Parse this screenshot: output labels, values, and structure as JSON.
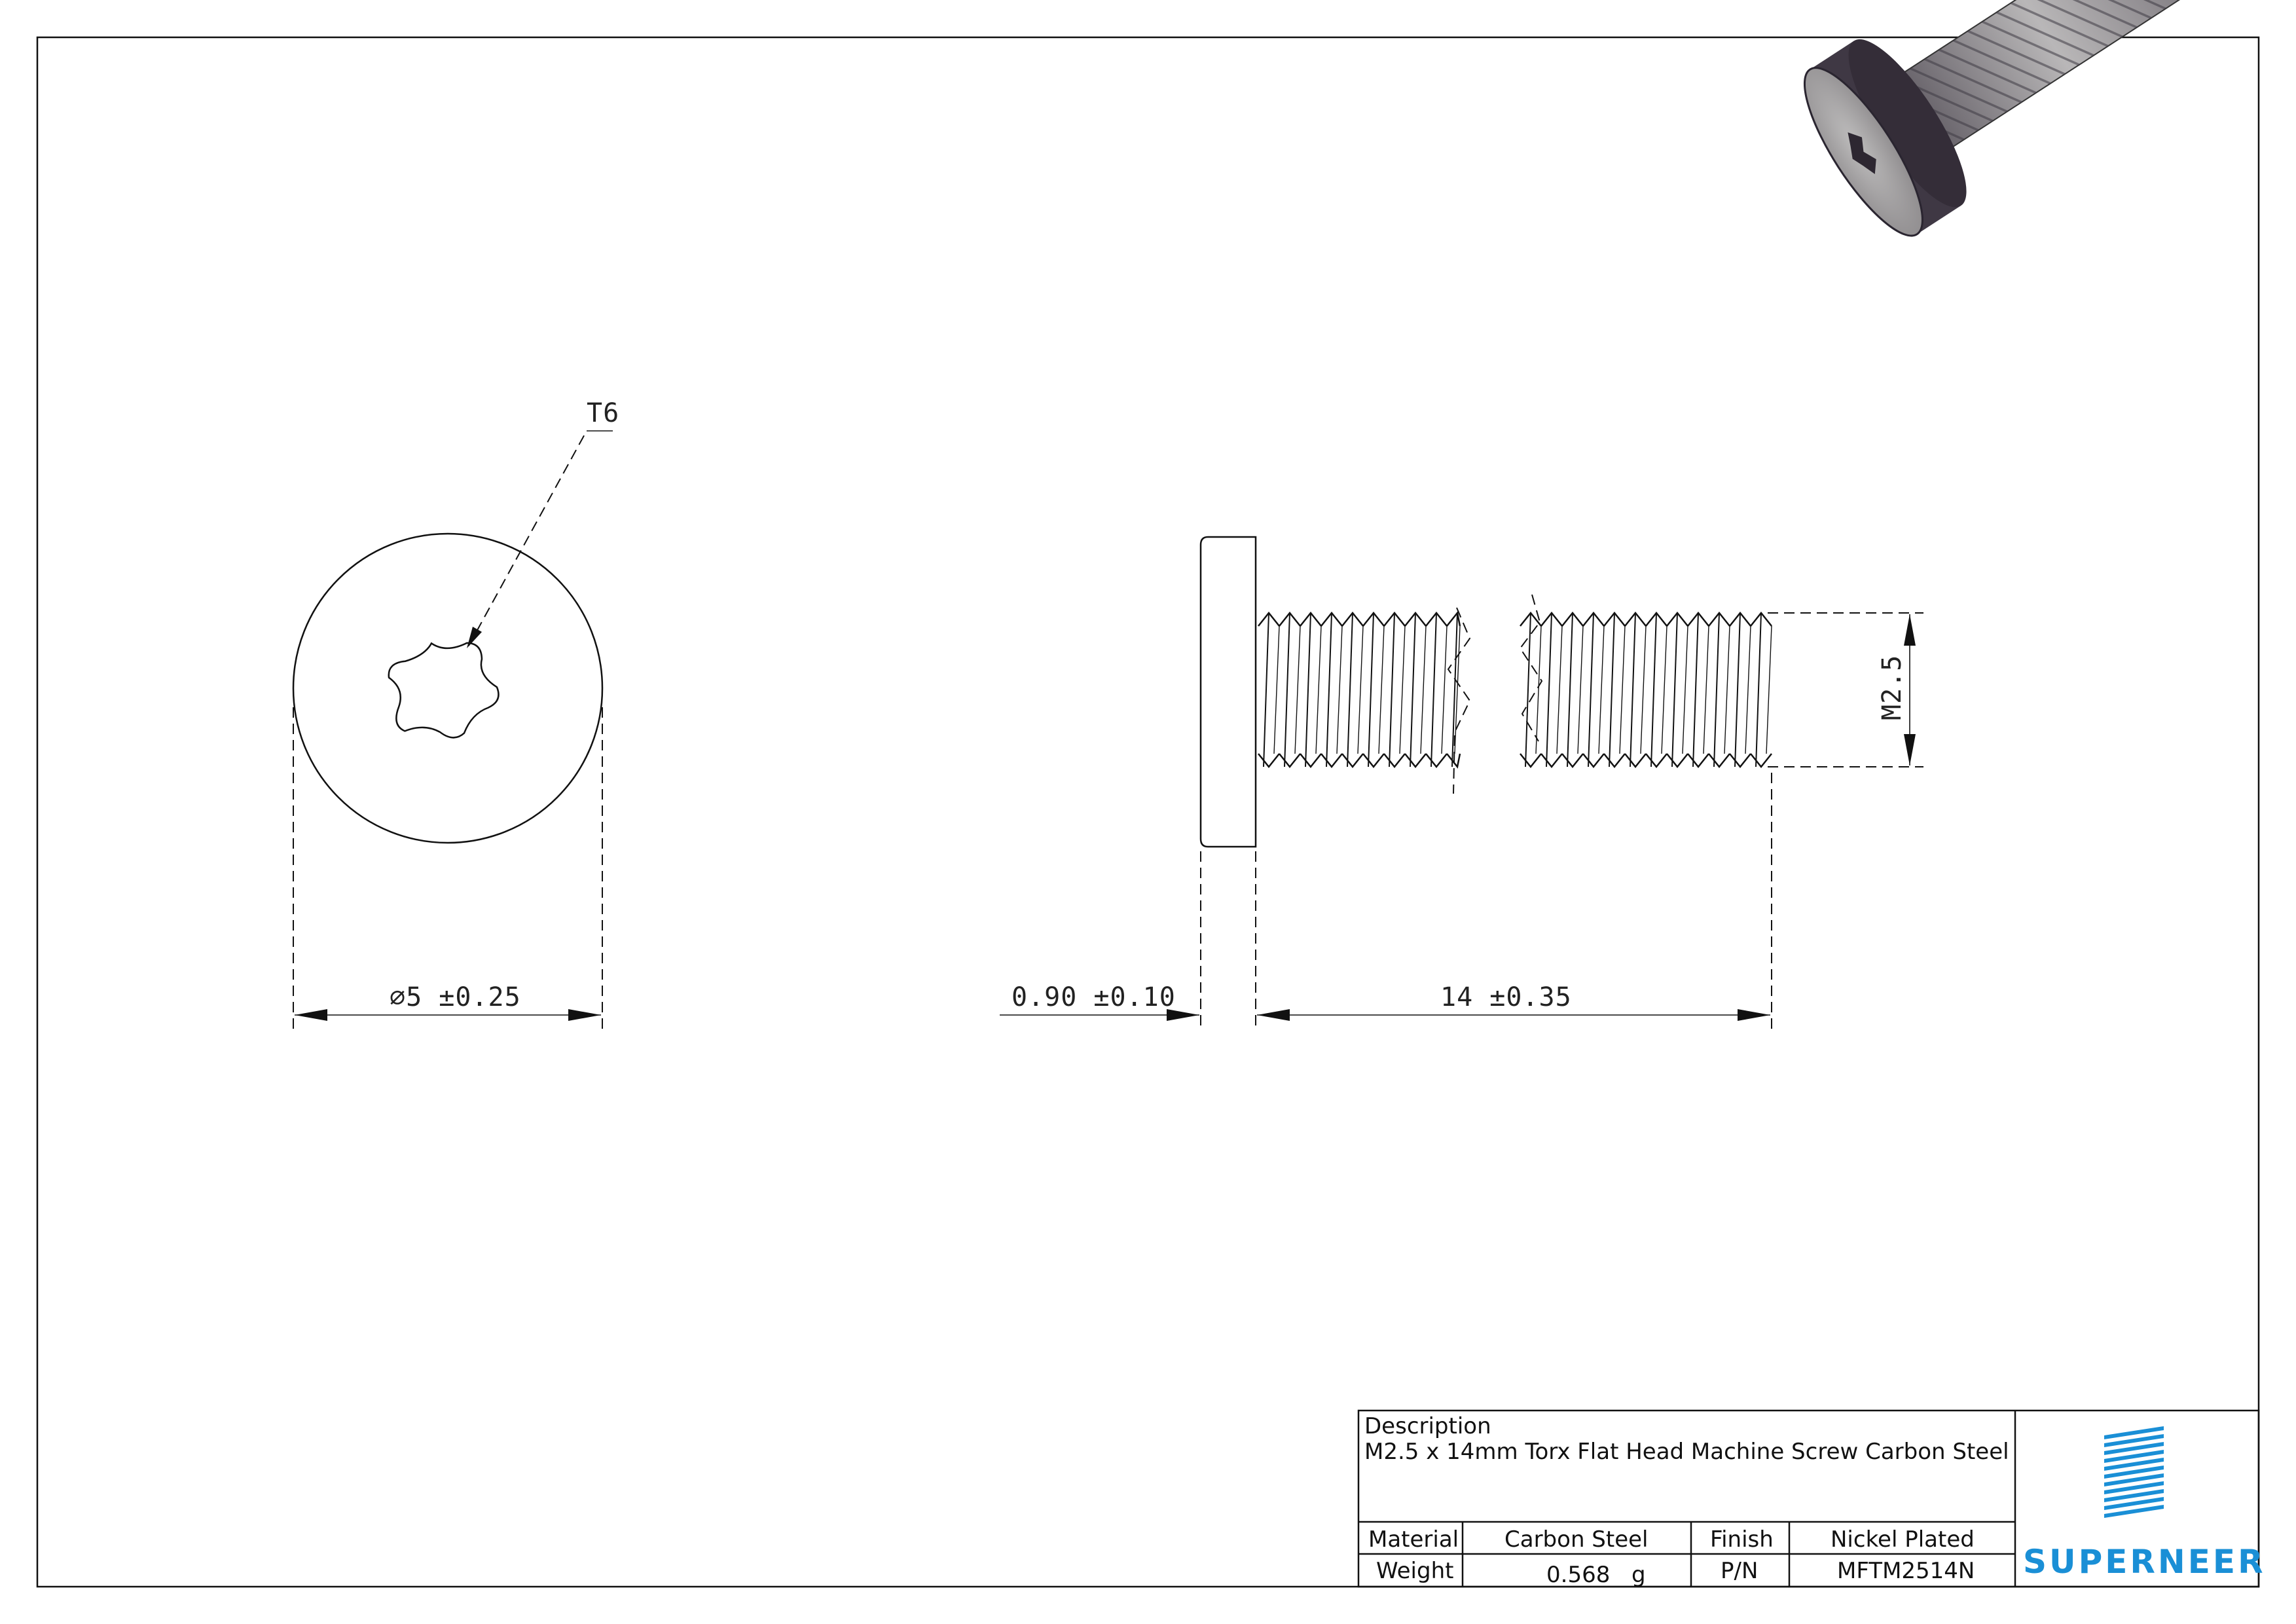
{
  "front_view": {
    "drive_label": "T6",
    "diameter_label": "⌀5 ±0.25"
  },
  "side_view": {
    "head_thickness_label": "0.90 ±0.10",
    "length_label": "14 ±0.35",
    "thread_label": "M2.5"
  },
  "title_block": {
    "description_heading": "Description",
    "description_text": "M2.5 x 14mm Torx Flat Head Machine Screw Carbon Steel",
    "material_label": "Material",
    "material_value": "Carbon Steel",
    "finish_label": "Finish",
    "finish_value": "Nickel Plated",
    "weight_label": "Weight",
    "weight_value": "0.568",
    "weight_unit": "g",
    "pn_label": "P/N",
    "pn_value": "MFTM2514N"
  },
  "logo": {
    "text": "SUPERNEER",
    "color": "#1a8fd6"
  },
  "colors": {
    "line": "#111111",
    "screw_dark": "#4a4350",
    "screw_light": "#a9a7a8"
  }
}
